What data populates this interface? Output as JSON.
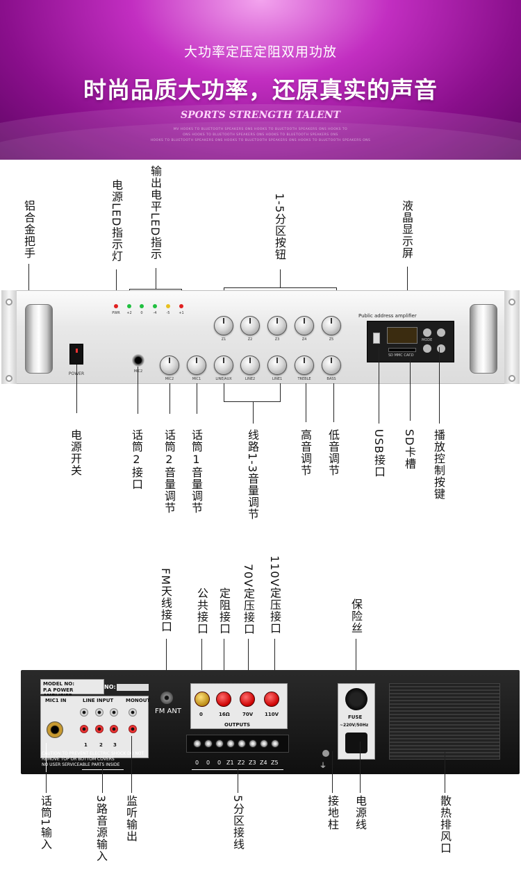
{
  "banner": {
    "subtitle": "大功率定压定阻双用功放",
    "title": "时尚品质大功率，还原真实的声音",
    "english": "SPORTS STRENGTH TALENT",
    "tiny1": "MV HOOKS TO BLUETOOTH SPEAKERS ONS HOOKS TO BLUETOOTH SPEAKERS ONS HOOKS TO",
    "tiny2": "ONS HOOKS TO BLUETOOTH SPEAKERS ONS HOOKS TO BLUETOOTH SPEAKERS ONS",
    "tiny3": "HOOKS TO BLUETOOTH SPEAKERS ONS HOOKS TO BLUETOOTH SPEAKERS ONS HOOKS TO BLUETOOTH SPEAKERS ONS"
  },
  "front_labels_top": {
    "handle": "铝合金把手",
    "power_led": "电源LED指示灯",
    "output_led": "输出电平LED指示",
    "zone_buttons": "1-5分区按钮",
    "lcd": "液晶显示屏"
  },
  "front_labels_bottom": {
    "power_switch": "电源开关",
    "mic2_jack": "话筒2接口",
    "mic2_volume": "话筒2音量调节",
    "mic1_volume": "话筒1音量调节",
    "line_volume": "线路1-3音量调节",
    "treble": "高音调节",
    "bass": "低音调节",
    "usb": "USB接口",
    "sd": "SD卡槽",
    "play_ctrl": "播放控制按键"
  },
  "front_panel": {
    "power": "POWER",
    "mic2": "MIC2",
    "pa_title": "Public address amplifier",
    "led_labels": [
      "PWR",
      "+2",
      "0",
      "-4",
      "-5",
      "+1"
    ],
    "knobs_top": [
      "Z1",
      "Z2",
      "Z3",
      "Z4",
      "Z5"
    ],
    "knobs_bottom": [
      "MIC2",
      "MIC1",
      "LINE/AUX",
      "LINE2",
      "LINE1",
      "TREBLE",
      "BASS"
    ],
    "mode": "MODE",
    "sd_card": "SD MMC CARD"
  },
  "rear_labels_top": {
    "fm": "FM天线接口",
    "common": "公共接口",
    "fixed_res": "定阻接口",
    "v70": "70V定压接口",
    "v110": "110V定压接口",
    "fuse": "保险丝"
  },
  "rear_labels_bottom": {
    "mic1_in": "话筒1输入",
    "three_inputs": "3路音源输入",
    "monitor": "监听输出",
    "zones": "5分区接线",
    "ground": "接地柱",
    "power_cord": "电源线",
    "vent": "散热排风口"
  },
  "rear_panel": {
    "model_no": "MODEL NO:",
    "model_name": "P.A POWER AMPLIFIER",
    "no": "NO:",
    "mic1_in": "MIC1 IN",
    "line_input": "LINE INPUT",
    "monout": "MONOUT",
    "line_nums": [
      "1",
      "2",
      "3"
    ],
    "caution1": "CAUTION:TO PREVENT ELECTRIC SHOCK DO NOT",
    "caution2": "REMOVE TOP OR BOTTOM COVERS",
    "caution3": "NO USER SERVICEABLE PARTS INSIDE",
    "fm_ant": "FM ANT",
    "outputs": "OUTPUTS",
    "post_labels": [
      "0",
      "16Ω",
      "70V",
      "110V"
    ],
    "zone_terms": [
      "0",
      "0",
      "0",
      "Z1",
      "Z2",
      "Z3",
      "Z4",
      "Z5"
    ],
    "fuse": "FUSE",
    "voltage": "~220V/50Hz"
  },
  "colors": {
    "banner_accent": "#c22ec1",
    "led_red": "#e02020",
    "led_green": "#20c040",
    "led_yellow": "#e8c020"
  }
}
